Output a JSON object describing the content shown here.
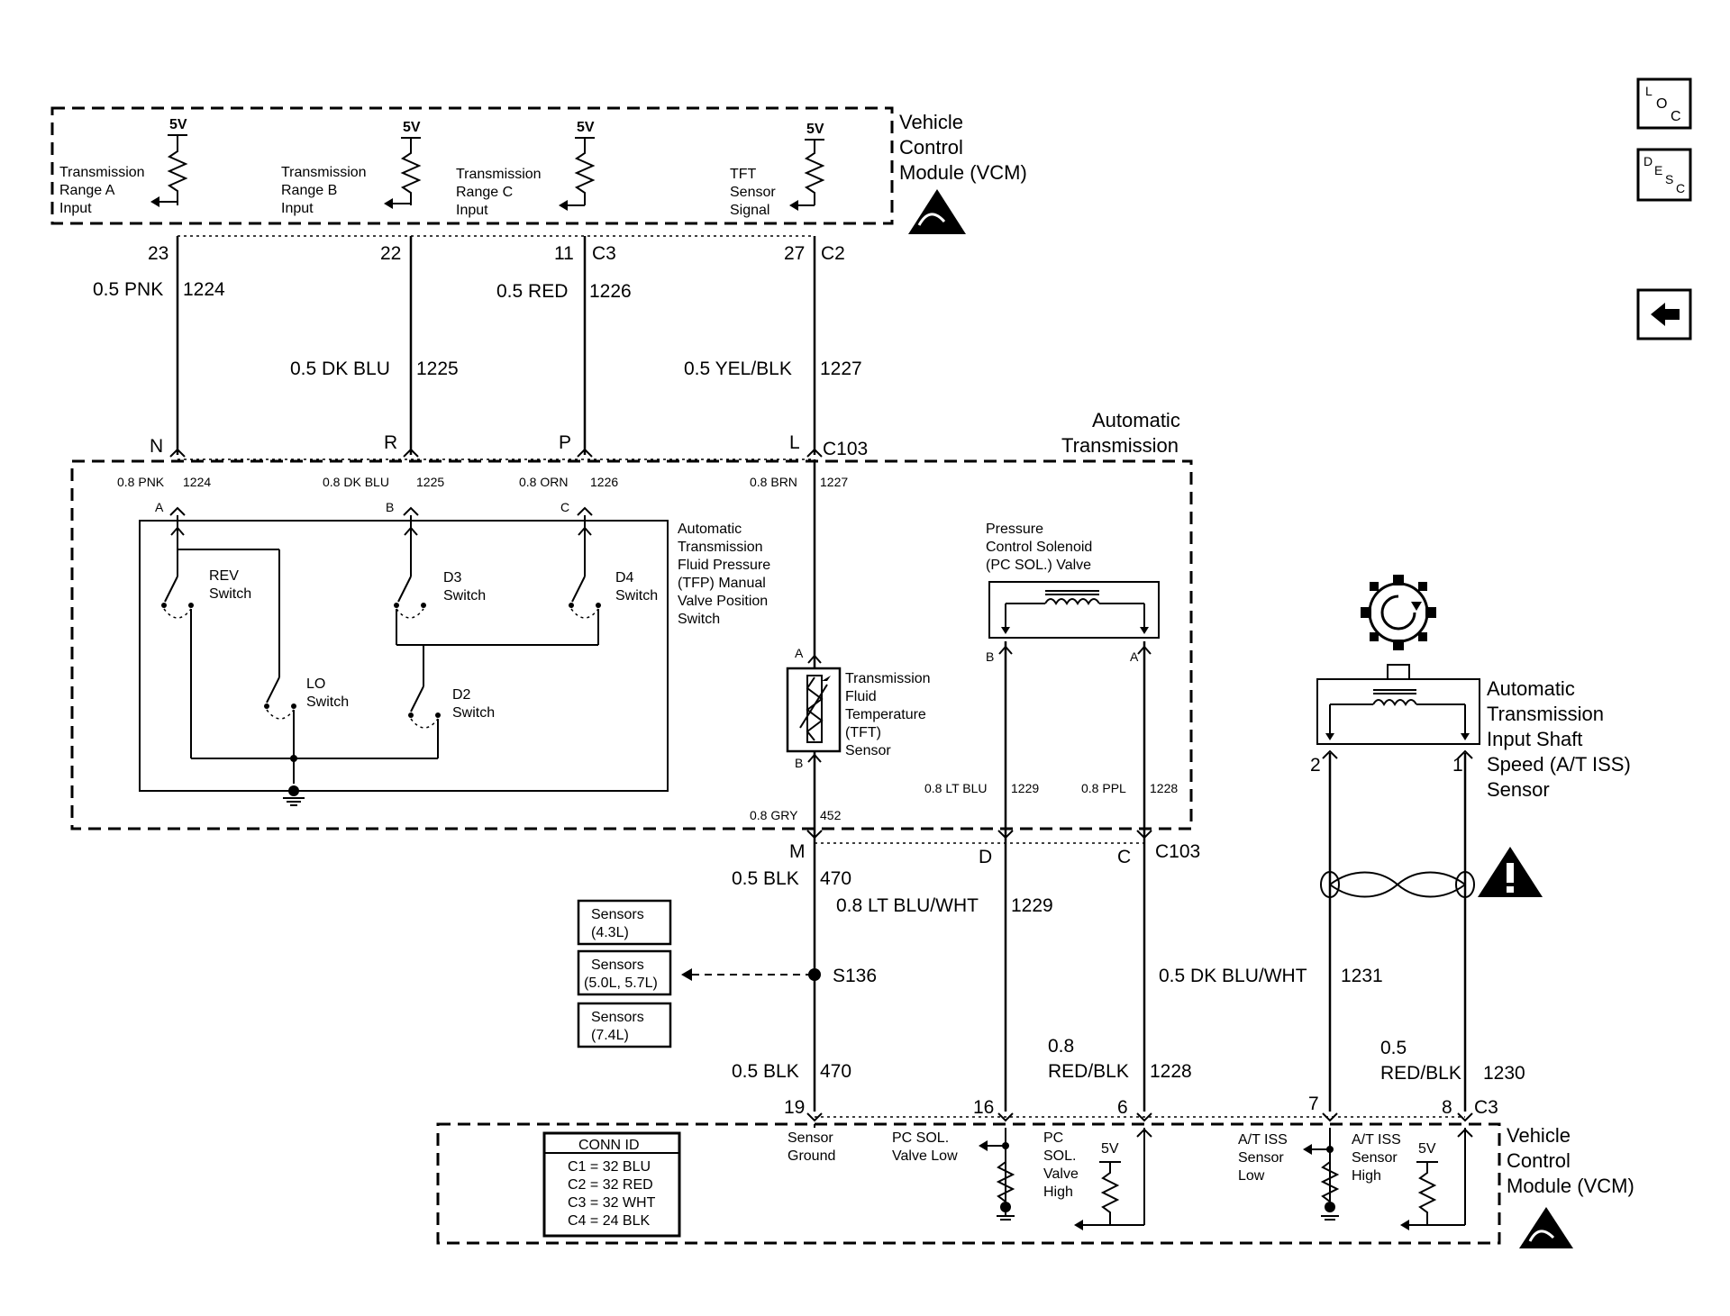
{
  "vcm_top": {
    "title_line1": "Vehicle",
    "title_line2": "Control",
    "title_line3": "Module (VCM)"
  },
  "vcm_top_inputs": [
    {
      "volt": "5V",
      "line1": "Transmission",
      "line2": "Range A",
      "line3": "Input",
      "pin": "23",
      "conn": "",
      "wire": "0.5 PNK",
      "circuit": "1224"
    },
    {
      "volt": "5V",
      "line1": "Transmission",
      "line2": "Range B",
      "line3": "Input",
      "pin": "22",
      "conn": "",
      "wire": "0.5 DK BLU",
      "circuit": "1225"
    },
    {
      "volt": "5V",
      "line1": "Transmission",
      "line2": "Range C",
      "line3": "Input",
      "pin": "11",
      "conn": "C3",
      "wire": "0.5 RED",
      "circuit": "1226"
    },
    {
      "volt": "5V",
      "line1": "TFT",
      "line2": "Sensor",
      "line3": "Signal",
      "pin": "27",
      "conn": "C2",
      "wire": "0.5 YEL/BLK",
      "circuit": "1227"
    }
  ],
  "transmission": {
    "title_line1": "Automatic",
    "title_line2": "Transmission"
  },
  "c103_top": {
    "connector": "C103",
    "pins": [
      "N",
      "R",
      "P",
      "L"
    ],
    "inner_wires": [
      {
        "wire": "0.8 PNK",
        "circuit": "1224",
        "pin": "A"
      },
      {
        "wire": "0.8 DK BLU",
        "circuit": "1225",
        "pin": "B"
      },
      {
        "wire": "0.8 ORN",
        "circuit": "1226",
        "pin": "C"
      },
      {
        "wire": "0.8 BRN",
        "circuit": "1227",
        "pin": ""
      }
    ]
  },
  "tfp_switch": {
    "lines": [
      "Automatic",
      "Transmission",
      "Fluid Pressure",
      "(TFP) Manual",
      "Valve Position",
      "Switch"
    ],
    "switches": [
      {
        "line1": "REV",
        "line2": "Switch"
      },
      {
        "line1": "D3",
        "line2": "Switch"
      },
      {
        "line1": "D4",
        "line2": "Switch"
      },
      {
        "line1": "LO",
        "line2": "Switch"
      },
      {
        "line1": "D2",
        "line2": "Switch"
      }
    ]
  },
  "tft_sensor": {
    "lines": [
      "Transmission",
      "Fluid",
      "Temperature",
      "(TFT)",
      "Sensor"
    ],
    "pin_a": "A",
    "pin_b": "B",
    "wire": "0.8 GRY",
    "circuit": "452"
  },
  "pc_solenoid": {
    "lines": [
      "Pressure",
      "Control Solenoid",
      "(PC SOL.) Valve"
    ],
    "pin_b": "B",
    "pin_a": "A",
    "wire_b": "0.8 LT BLU",
    "circuit_b": "1229",
    "wire_a": "0.8 PPL",
    "circuit_a": "1228"
  },
  "iss_sensor": {
    "lines": [
      "Automatic",
      "Transmission",
      "Input Shaft",
      "Speed (A/T ISS)",
      "Sensor"
    ],
    "pin2": "2",
    "pin1": "1"
  },
  "c103_bottom": {
    "connector": "C103",
    "pins": [
      "M",
      "D",
      "C"
    ]
  },
  "lower_wires": {
    "blk_upper": {
      "wire": "0.5 BLK",
      "circuit": "470"
    },
    "lt_blu_wht": {
      "wire": "0.8 LT BLU/WHT",
      "circuit": "1229"
    },
    "dk_blu_wht": {
      "wire": "0.5 DK BLU/WHT",
      "circuit": "1231"
    },
    "blk_lower": {
      "wire": "0.5 BLK",
      "circuit": "470"
    },
    "red_blk_a": {
      "wire_line1": "0.8",
      "wire_line2": "RED/BLK",
      "circuit": "1228"
    },
    "red_blk_b": {
      "wire_line1": "0.5",
      "wire_line2": "RED/BLK",
      "circuit": "1230"
    },
    "splice": "S136"
  },
  "sensor_refs": [
    {
      "line1": "Sensors",
      "line2": "(4.3L)"
    },
    {
      "line1": "Sensors",
      "line2": "(5.0L, 5.7L)"
    },
    {
      "line1": "Sensors",
      "line2": "(7.4L)"
    }
  ],
  "vcm_bottom": {
    "title_line1": "Vehicle",
    "title_line2": "Control",
    "title_line3": "Module (VCM)",
    "pins": [
      {
        "pin": "19",
        "line1": "Sensor",
        "line2": "Ground",
        "line3": "",
        "line4": ""
      },
      {
        "pin": "16",
        "line1": "PC SOL.",
        "line2": "Valve Low",
        "line3": "",
        "line4": ""
      },
      {
        "pin": "6",
        "line1": "PC",
        "line2": "SOL.",
        "line3": "Valve",
        "line4": "High"
      },
      {
        "pin": "7",
        "line1": "A/T ISS",
        "line2": "Sensor",
        "line3": "Low",
        "line4": ""
      },
      {
        "pin": "8",
        "line1": "A/T ISS",
        "line2": "Sensor",
        "line3": "High",
        "line4": ""
      }
    ],
    "conn_c3": "C3",
    "volt": "5V"
  },
  "conn_id": {
    "title": "CONN ID",
    "rows": [
      "C1 = 32 BLU",
      "C2 = 32 RED",
      "C3 = 32 WHT",
      "C4 = 24 BLK"
    ]
  },
  "nav": {
    "loc": {
      "l1": "L",
      "l2": "O",
      "l3": "C"
    },
    "desc": {
      "l1": "D",
      "l2": "E",
      "l3": "S",
      "l4": "C"
    }
  }
}
